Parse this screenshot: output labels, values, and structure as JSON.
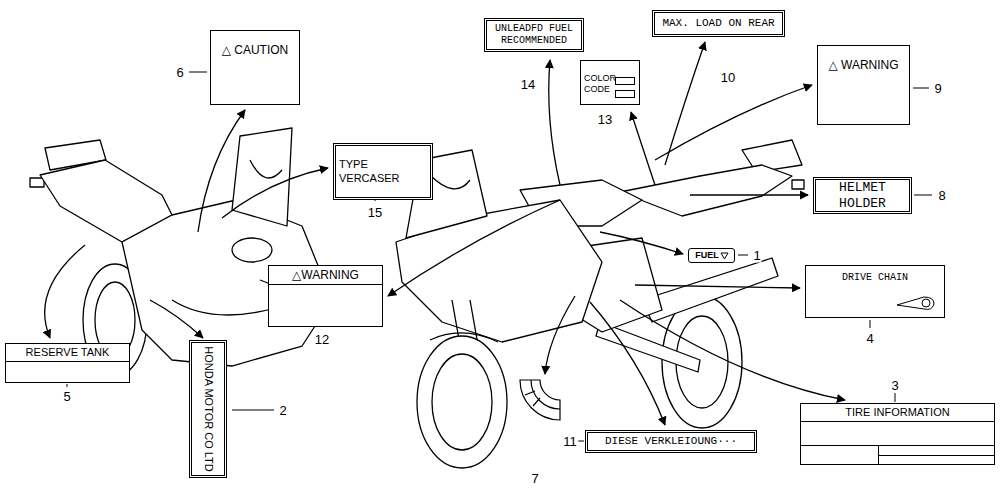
{
  "diagram": {
    "nodes": [
      {
        "text": [
          "△ CAUTION"
        ]
      },
      {
        "text": [
          "TYPE VERCASER"
        ]
      },
      {
        "text": [
          "RESERVE TANK"
        ]
      },
      {
        "text": [
          "HONDA MOTOR CO LTD"
        ]
      },
      {
        "text": [
          "△WARNING"
        ]
      },
      {
        "text": [
          "UNLEADFD FUEL RECOMMENDED"
        ]
      },
      {
        "text": [
          "COLOR",
          "CODE"
        ]
      },
      {
        "text": [
          "MAX. LOAD ON REAR"
        ]
      },
      {
        "text": [
          "△ WARNING"
        ]
      },
      {
        "text": [
          "HELMET HOLDER"
        ]
      },
      {
        "text": [
          "FUEL"
        ]
      },
      {
        "text": [
          "DRIVE CHAIN"
        ]
      },
      {
        "text": [
          "TIRE INFORMATION"
        ]
      },
      {
        "text": [
          "DIESE VERKLEIOUNG···"
        ]
      }
    ],
    "labels": [
      "6",
      "15",
      "5",
      "2",
      "12",
      "14",
      "13",
      "10",
      "9",
      "8",
      "1",
      "4",
      "3",
      "11",
      "7"
    ]
  }
}
